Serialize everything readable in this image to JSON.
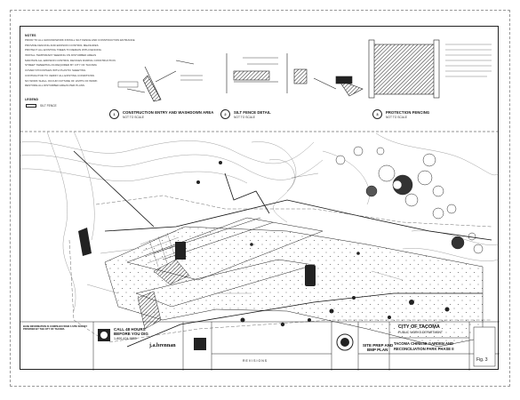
{
  "notes": {
    "title": "NOTES",
    "items": [
      "PRIOR TO ALL GROUNDWORK INSTALL SILT FENCE AND CONSTRUCTION ENTRANCE",
      "PROVIDE FENCING AND EROSION CONTROL MEASURES",
      "PROTECT ALL EXISTING TREES TO REMAIN WITH FENCING",
      "INSTALL TEMPORARY SEEDING ON DISTURBED AREAS",
      "MAINTAIN ALL EROSION CONTROL DEVICES DURING CONSTRUCTION",
      "STREET SWEEPING AS REQUIRED BY CITY OF TACOMA",
      "COVER STOCKPILES WITH PLASTIC SHEETING",
      "CONTRACTOR TO VERIFY ALL EXISTING CONDITIONS",
      "NO WORK SHALL OCCUR OUTSIDE OF LIMITS OF WORK",
      "RESTORE ALL DISTURBED AREAS PER PLANS"
    ]
  },
  "legend": {
    "title": "LEGEND",
    "item": "SILT FENCE"
  },
  "details": [
    {
      "num": "1",
      "title": "CONSTRUCTION ENTRY AND WASHDOWN AREA",
      "scale": "NOT TO SCALE"
    },
    {
      "num": "2",
      "title": "SILT FENCE DETAIL",
      "scale": "NOT TO SCALE"
    },
    {
      "num": "3",
      "title": "PROTECTION FENCING",
      "scale": "NOT TO SCALE"
    }
  ],
  "title_block": {
    "base_info": "BASE INFORMATION IS COMPILED FROM A SITE SURVEY PROVIDED BY THE CITY OF TACOMA",
    "call_line1": "CALL 48 HOURS",
    "call_line2": "BEFORE YOU DIG",
    "call_phone": "1-800-424-5555",
    "firm": "j.a.brennan",
    "revisions_label": "REVISIONS",
    "city": "CITY OF TACOMA",
    "department": "PUBLIC WORKS DEPARTMENT",
    "sheet_title_1": "SITE PREP AND",
    "sheet_title_2": "BMP PLAN",
    "project_1": "TACOMA CHINESE GARDEN AND",
    "project_2": "RECONCILIATION PARK PHASE II",
    "sheet_label": "Fig. 3"
  }
}
